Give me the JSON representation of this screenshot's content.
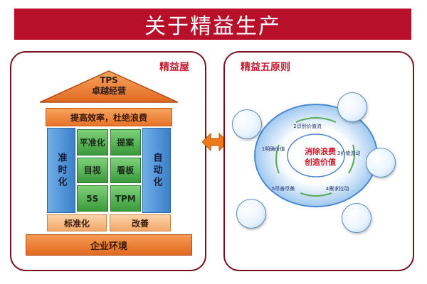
{
  "banner": {
    "title": "关于精益生产"
  },
  "left_panel": {
    "title": "精益屋",
    "roof_line1": "TPS",
    "roof_line2": "卓越经营",
    "beam": "提高效率，杜绝浪费",
    "pillar_left": "准时化",
    "pillar_right": "自动化",
    "grid": [
      "平准化",
      "提案",
      "目视",
      "看板",
      "5S",
      "TPM"
    ],
    "base_left": "标准化",
    "base_right": "改善",
    "foundation": "企业环境"
  },
  "right_panel": {
    "title": "精益五原则",
    "center_line1": "消除浪费",
    "center_line2": "创造价值",
    "steps": [
      "1明确价值",
      "2识别价值流",
      "3价值流动",
      "4需求拉动",
      "5尽善尽美"
    ]
  },
  "colors": {
    "banner": "#b8102a",
    "panel_border": "#7a1020",
    "title_red": "#c41a2e",
    "roof": "#f28a3e",
    "pillar_blue": "#4a8fd6",
    "cell_green": "#4caf50",
    "ring_blue": "#3a78c8",
    "arrow_orange": "#f07a1a"
  }
}
